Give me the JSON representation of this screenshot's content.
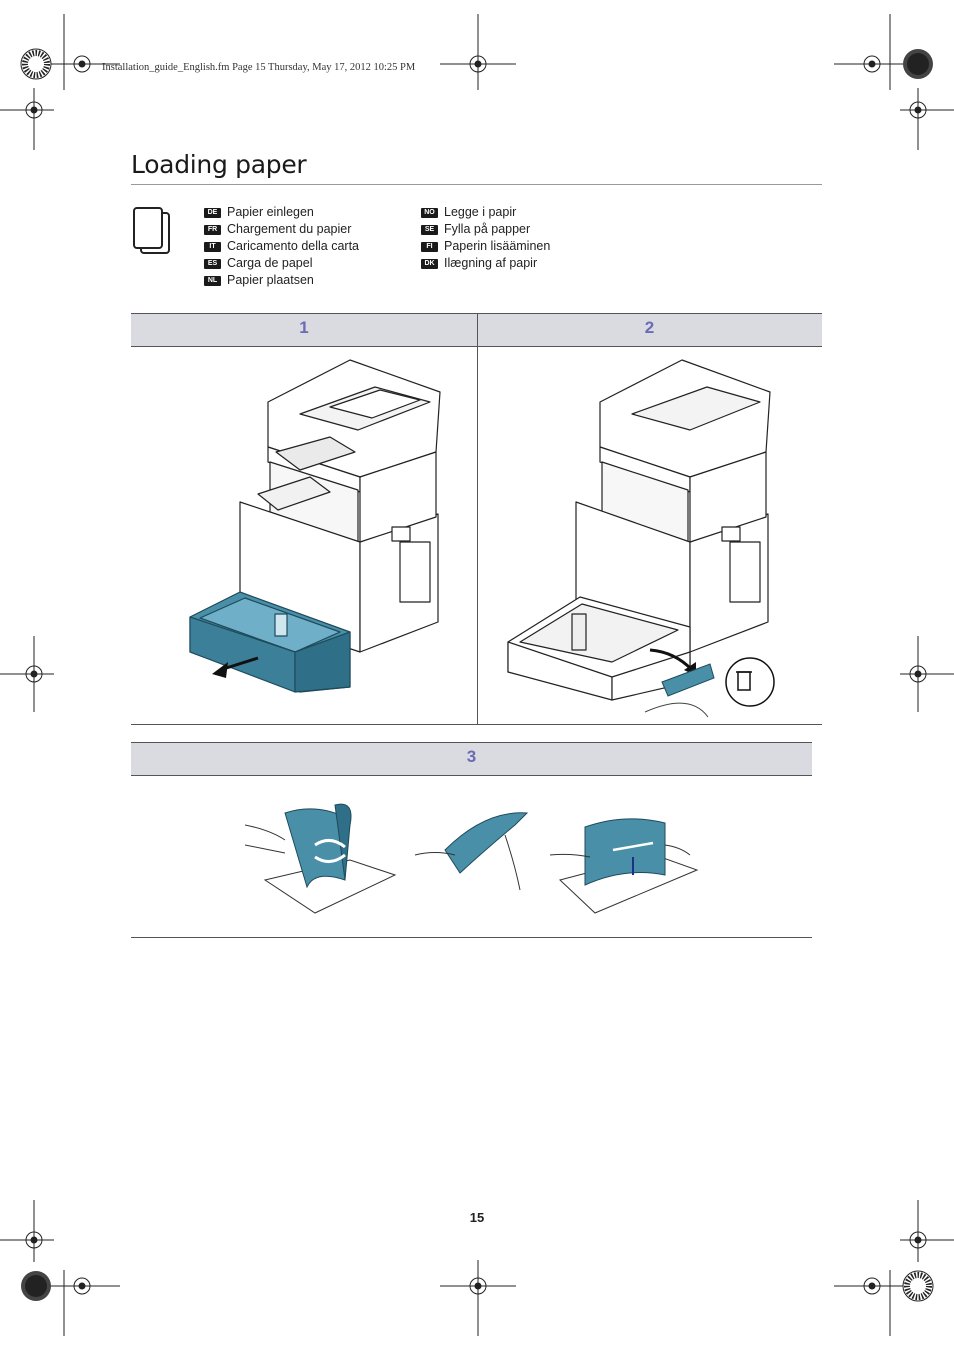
{
  "header": {
    "file_line": "Installation_guide_English.fm  Page 15  Thursday, May 17, 2012  10:25 PM"
  },
  "title": "Loading paper",
  "icon": "document-pages-icon",
  "languages_left": [
    {
      "code": "DE",
      "text": "Papier einlegen"
    },
    {
      "code": "FR",
      "text": "Chargement du papier"
    },
    {
      "code": "IT",
      "text": "Caricamento della carta"
    },
    {
      "code": "ES",
      "text": "Carga de papel"
    },
    {
      "code": "NL",
      "text": "Papier plaatsen"
    }
  ],
  "languages_right": [
    {
      "code": "NO",
      "text": "Legge i papir"
    },
    {
      "code": "SE",
      "text": "Fylla på papper"
    },
    {
      "code": "FI",
      "text": "Paperin lisääminen"
    },
    {
      "code": "DK",
      "text": "Ilægning af papir"
    }
  ],
  "steps": {
    "s1": "1",
    "s2": "2",
    "s3": "3"
  },
  "page_number": "15",
  "colors": {
    "accent": "#6a6ab5",
    "header_fill": "#d9dbe0",
    "tray_blue": "#4a8fa8"
  }
}
